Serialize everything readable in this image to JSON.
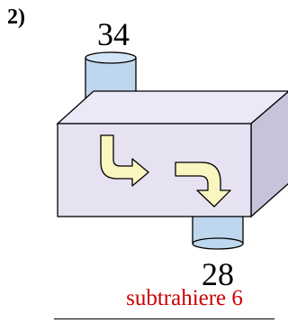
{
  "problem": {
    "number_label": "2)"
  },
  "machine": {
    "input_value": "34",
    "output_value": "28",
    "operation": "subtrahiere 6"
  },
  "colors": {
    "box_front": "#e6e2f2",
    "box_top": "#ebe9f7",
    "box_side": "#c7c3da",
    "cylinder": "#bfd7ee",
    "arrow_fill": "#fbf5c0",
    "operation_text": "#cc0000"
  }
}
